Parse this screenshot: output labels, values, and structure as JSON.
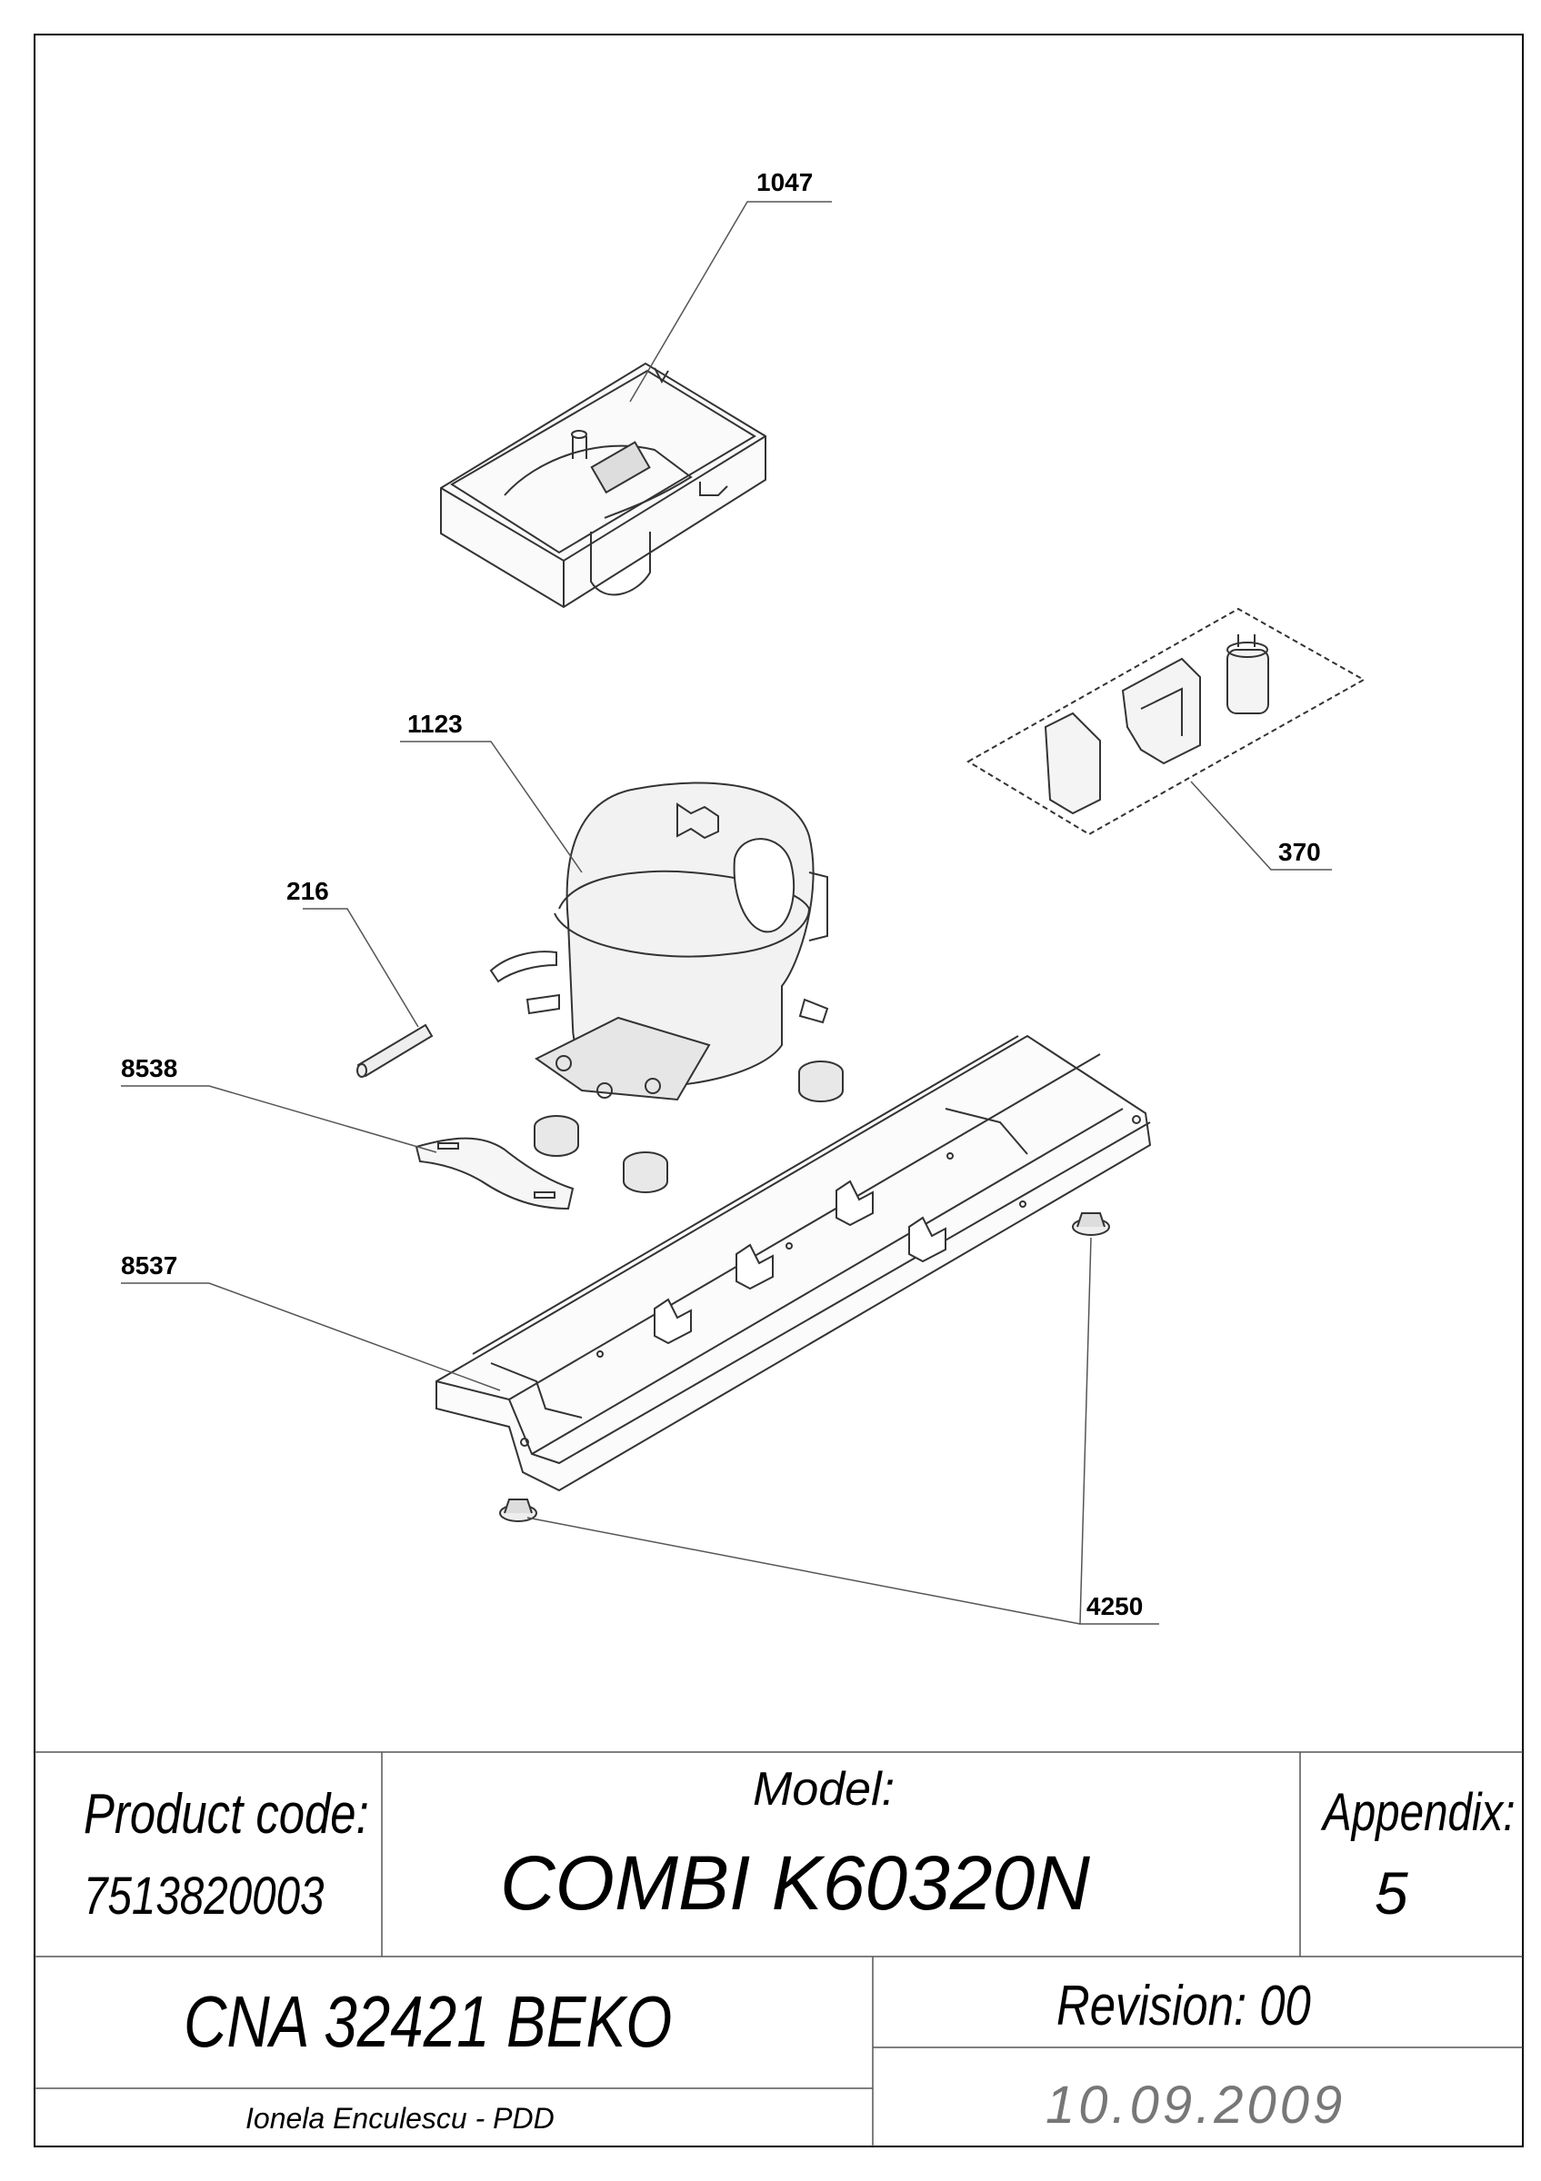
{
  "callouts": {
    "c1047": "1047",
    "c1123": "1123",
    "c370": "370",
    "c216": "216",
    "c8538": "8538",
    "c8537": "8537",
    "c4250": "4250"
  },
  "title_block": {
    "product_code_label": "Product code:",
    "product_code": "7513820003",
    "model_label": "Model:",
    "model": "COMBI K60320N",
    "appendix_label": "Appendix:",
    "appendix": "5",
    "family": "CNA 32421 BEKO",
    "revision": "Revision: 00",
    "author": "Ionela Enculescu - PDD",
    "date": "10.09.2009"
  }
}
